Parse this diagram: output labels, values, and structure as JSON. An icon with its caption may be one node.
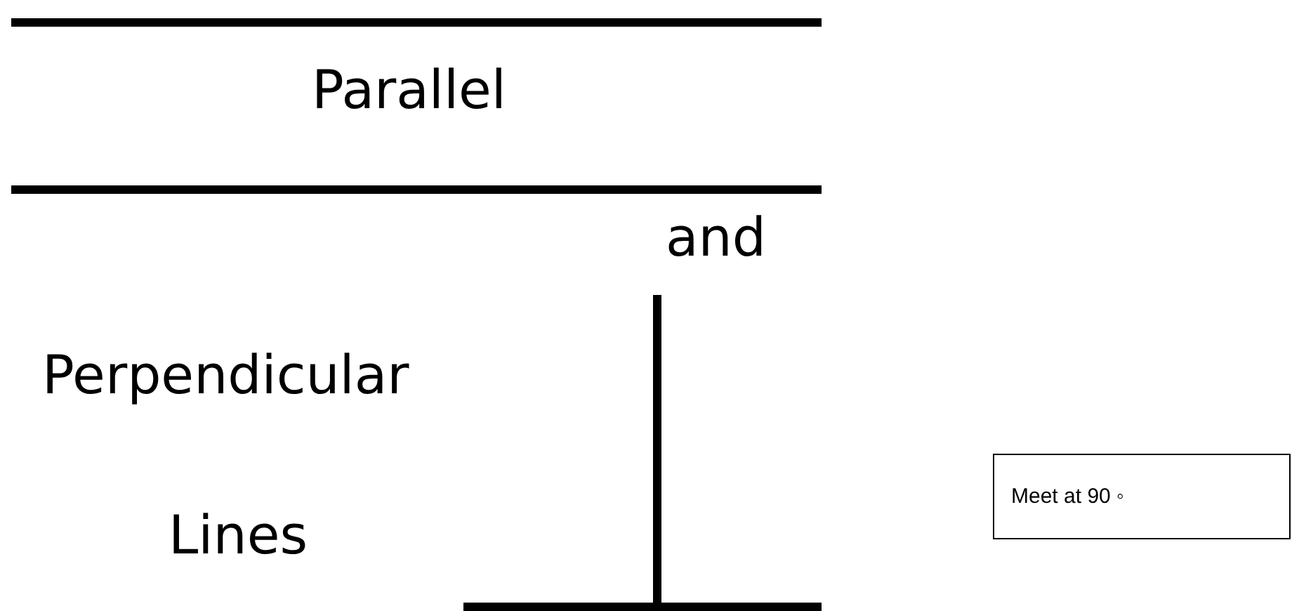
{
  "diagram": {
    "nodes": [
      {
        "text": [
          "Meet at 90 ◦"
        ]
      }
    ],
    "labels": [
      "Parallel",
      "and",
      "Perpendicular",
      "Lines"
    ]
  }
}
